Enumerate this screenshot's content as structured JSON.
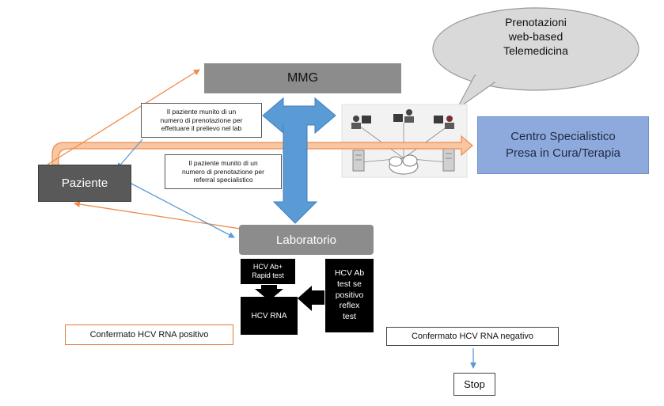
{
  "mmg": "MMG",
  "paziente": "Paziente",
  "laboratorio": "Laboratorio",
  "bubble": [
    "Prenotazioni",
    "web-based",
    "Telemedicina"
  ],
  "centro": [
    "Centro Specialistico",
    "Presa in Cura/Terapia"
  ],
  "note_prelievo": [
    "Il paziente munito di un",
    "numero di prenotazione per",
    "effettuare il prelievo nel lab"
  ],
  "note_referral": [
    "Il paziente munito di un",
    "numero di prenotazione per",
    "referral specialistico"
  ],
  "rapid_test": [
    "HCV Ab+",
    "Rapid test"
  ],
  "hcv_rna": "HCV RNA",
  "hcv_ab": [
    "HCV Ab",
    "test se",
    "positivo",
    "reflex",
    "test"
  ],
  "confermato_positivo": "Confermato HCV RNA positivo",
  "confermato_negativo": "Confermato HCV RNA negativo",
  "stop": "Stop",
  "colors": {
    "orange": "#f4a671",
    "blue_arrow": "#5b9bd5",
    "centro_fill": "#8eaadc",
    "box_gray": "#8c8c8c",
    "paziente_fill": "#595959"
  }
}
